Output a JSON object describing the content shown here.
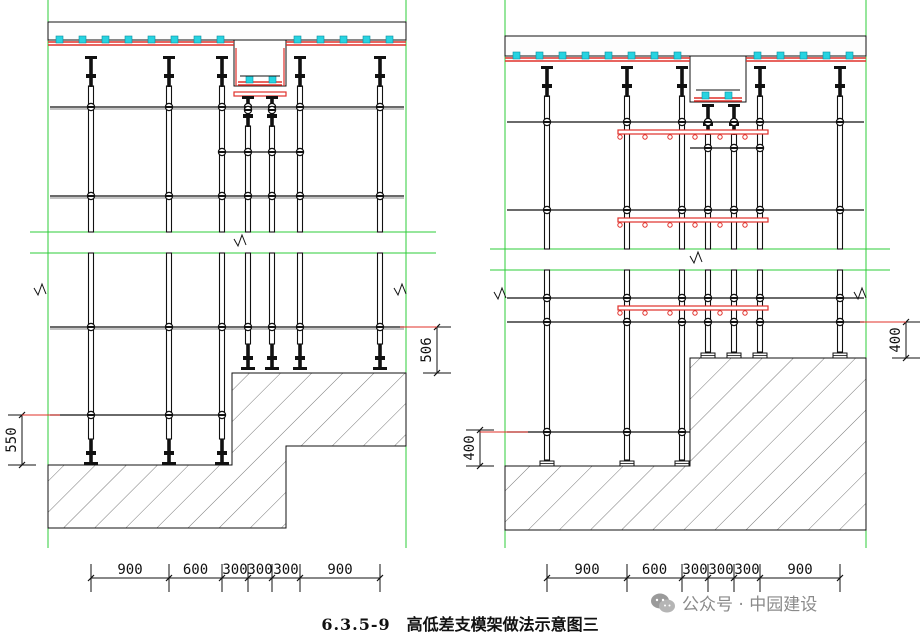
{
  "caption": {
    "number": "6.3.5-9",
    "title": "高低差支模架做法示意图三"
  },
  "watermark": {
    "text": "公众号 · 中园建设",
    "icon": "wechat-icon"
  },
  "left_figure": {
    "bottom_dims": [
      "900",
      "600",
      "300",
      "300",
      "300",
      "900"
    ],
    "left_dim": "550",
    "right_dim": "506"
  },
  "right_figure": {
    "bottom_dims": [
      "900",
      "600",
      "300",
      "300",
      "300",
      "900"
    ],
    "left_dim": "400",
    "right_dim": "400"
  },
  "colors": {
    "line": "#111111",
    "frame_green": "#2ecc3a",
    "formwork_red": "#e0302a",
    "cyan_clip": "#27d3e0",
    "watermark": "#8a8a8a"
  }
}
